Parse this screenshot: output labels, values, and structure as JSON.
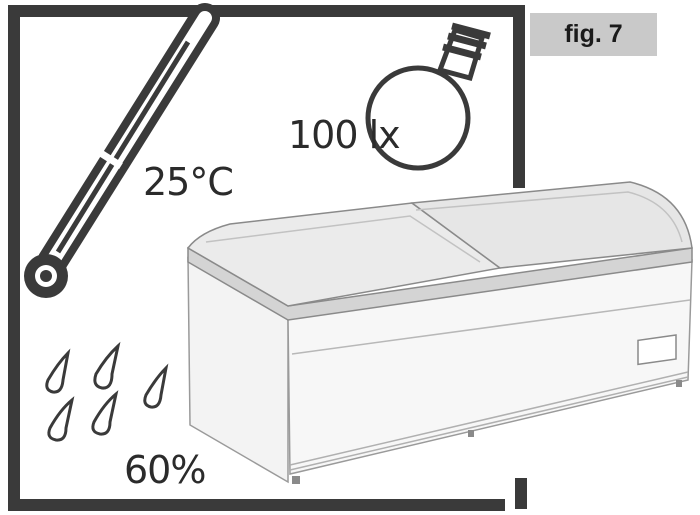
{
  "figure": {
    "label": "fig. 7"
  },
  "conditions": {
    "temperature": "25°C",
    "illumination": "100 lx",
    "humidity": "60%"
  },
  "icons": {
    "frame": "frame-icon",
    "thermometer": "thermometer-icon",
    "lamp": "light-bulb-icon",
    "drops": "water-drop-icon",
    "freezer": "chest-freezer-icon"
  },
  "colors": {
    "frame": "#3a3a3a",
    "badge_bg": "#c9c9c9",
    "text": "#2b2b2b"
  }
}
